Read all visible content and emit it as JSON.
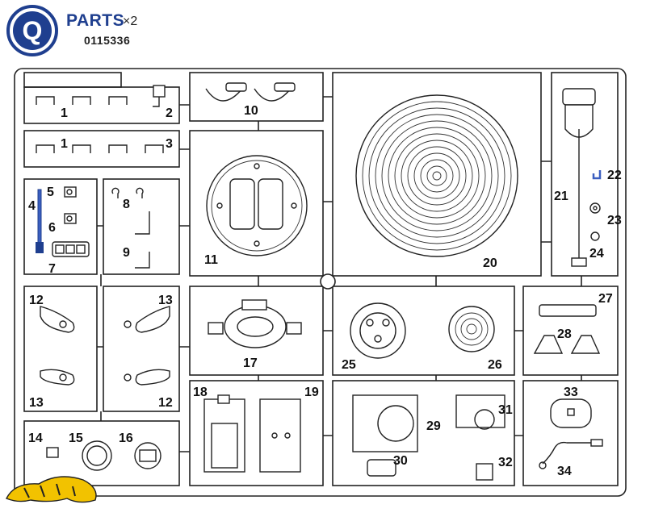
{
  "header": {
    "sprue_letter": "Q",
    "title": "PARTS",
    "multiplier": "×2",
    "part_number": "0115336"
  },
  "colors": {
    "badge_blue": "#1f3f8f",
    "outline": "#222222",
    "logo_yellow": "#f2c200"
  },
  "logo": {
    "icon": "tiger-icon"
  },
  "parts": [
    {
      "id": "part-1a",
      "label": "1"
    },
    {
      "id": "part-1b",
      "label": "1"
    },
    {
      "id": "part-2",
      "label": "2"
    },
    {
      "id": "part-3",
      "label": "3"
    },
    {
      "id": "part-4",
      "label": "4"
    },
    {
      "id": "part-5",
      "label": "5"
    },
    {
      "id": "part-6",
      "label": "6"
    },
    {
      "id": "part-7",
      "label": "7"
    },
    {
      "id": "part-8",
      "label": "8"
    },
    {
      "id": "part-9",
      "label": "9"
    },
    {
      "id": "part-10",
      "label": "10"
    },
    {
      "id": "part-11",
      "label": "11"
    },
    {
      "id": "part-12a",
      "label": "12"
    },
    {
      "id": "part-12b",
      "label": "12"
    },
    {
      "id": "part-13a",
      "label": "13"
    },
    {
      "id": "part-13b",
      "label": "13"
    },
    {
      "id": "part-14",
      "label": "14"
    },
    {
      "id": "part-15",
      "label": "15"
    },
    {
      "id": "part-16",
      "label": "16"
    },
    {
      "id": "part-17",
      "label": "17"
    },
    {
      "id": "part-18",
      "label": "18"
    },
    {
      "id": "part-19",
      "label": "19"
    },
    {
      "id": "part-20",
      "label": "20"
    },
    {
      "id": "part-21",
      "label": "21"
    },
    {
      "id": "part-22",
      "label": "22"
    },
    {
      "id": "part-23",
      "label": "23"
    },
    {
      "id": "part-24",
      "label": "24"
    },
    {
      "id": "part-25",
      "label": "25"
    },
    {
      "id": "part-26",
      "label": "26"
    },
    {
      "id": "part-27",
      "label": "27"
    },
    {
      "id": "part-28",
      "label": "28"
    },
    {
      "id": "part-29",
      "label": "29"
    },
    {
      "id": "part-30",
      "label": "30"
    },
    {
      "id": "part-31",
      "label": "31"
    },
    {
      "id": "part-32",
      "label": "32"
    },
    {
      "id": "part-33",
      "label": "33"
    },
    {
      "id": "part-34",
      "label": "34"
    }
  ]
}
